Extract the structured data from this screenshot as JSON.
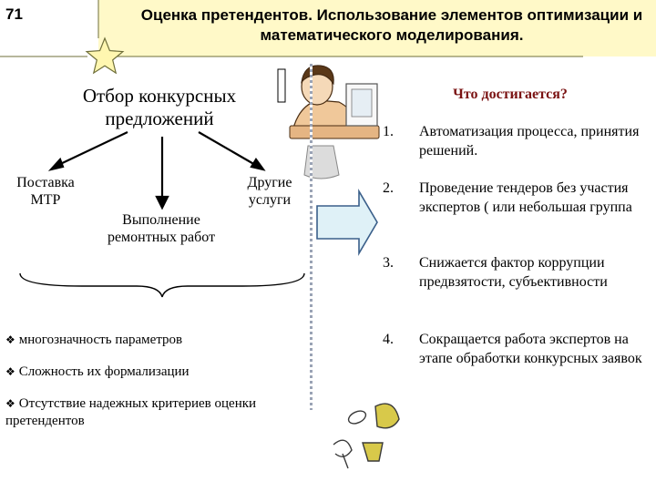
{
  "slide": {
    "number": "71",
    "title": "Оценка претендентов. Использование элементов оптимизации и математического моделирования."
  },
  "tree": {
    "root": "Отбор конкурсных предложений",
    "children": [
      "Поставка МТР",
      "Выполнение ремонтных работ",
      "Другие услуги"
    ]
  },
  "problems": [
    "многозначность параметров",
    "Сложность их формализации",
    "Отсутствие надежных критериев оценки претендентов"
  ],
  "results": {
    "heading": "Что достигается?",
    "items": [
      {
        "num": "1.",
        "text": "Автоматизация процесса, принятия решений."
      },
      {
        "num": "2.",
        "text": "Проведение тендеров без участия экспертов ( или небольшая группа"
      },
      {
        "num": "3.",
        "text": "Снижается фактор коррупции предвзятости, субъективности"
      },
      {
        "num": "4.",
        "text": "Сокращается работа экспертов на этапе обработки конкурсных заявок"
      }
    ]
  },
  "icons": {
    "star": "star-icon",
    "figure": "office-worker-icon",
    "arrow": "right-arrow-icon",
    "bullet": "diamond-bullet-icon",
    "doodles": "decorative-scribble-icon"
  },
  "colors": {
    "header_bg": "#fff9c8",
    "heading_red": "#7a1212",
    "arrow_fill": "#dff1f7",
    "arrow_stroke": "#3a5f8a",
    "star_fill": "#fff7b0",
    "desk_fill": "#f0c89a"
  }
}
